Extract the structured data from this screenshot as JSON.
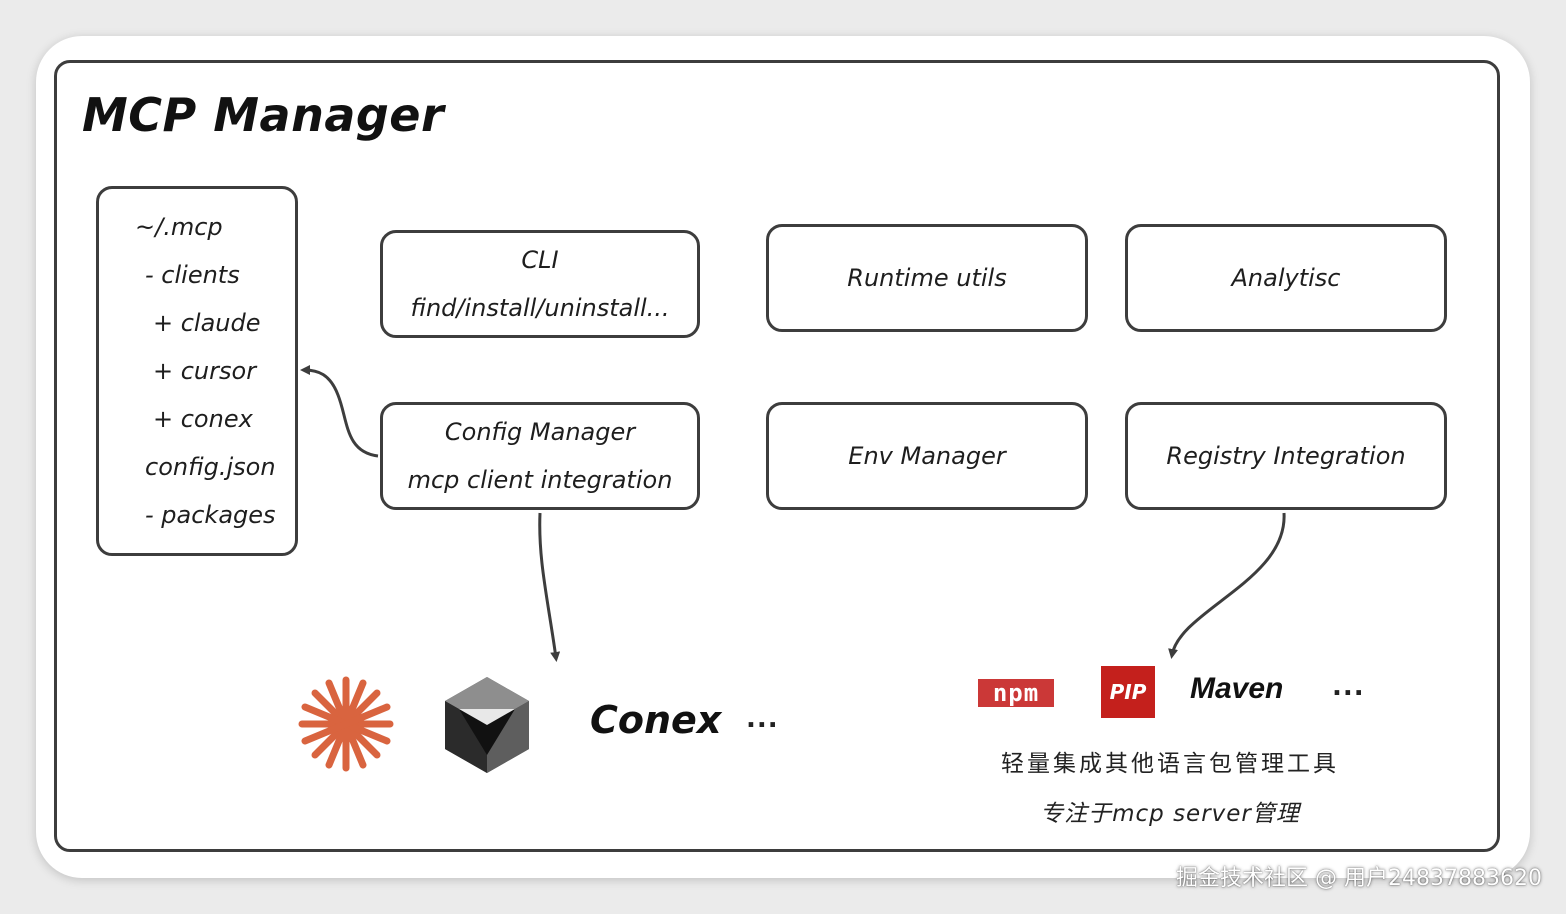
{
  "title": "MCP Manager",
  "tree": [
    "~/.mcp",
    "- clients",
    "+ claude",
    "+ cursor",
    "+ conex",
    "config.json",
    "- packages"
  ],
  "modules": {
    "cli": {
      "line1": "CLI",
      "line2": "find/install/uninstall..."
    },
    "runtime": {
      "label": "Runtime utils"
    },
    "analytics": {
      "label": "Analytisc"
    },
    "config": {
      "line1": "Config Manager",
      "line2": "mcp client integration"
    },
    "env": {
      "label": "Env Manager"
    },
    "registry": {
      "label": "Registry Integration"
    }
  },
  "clients": {
    "icons": [
      "claude-icon",
      "cursor-icon"
    ],
    "conex_label": "Conex",
    "ellipsis": "..."
  },
  "registries": {
    "npm_label": "npm",
    "pip_label": "PIP",
    "maven_label": "Maven",
    "ellipsis": "...",
    "note_line1": "轻量集成其他语言包管理工具",
    "note_line2": "专注于mcp server管理"
  },
  "watermark": "掘金技术社区 @ 用户24837883620",
  "colors": {
    "stroke": "#3d3d3d",
    "claude": "#d9643f",
    "npm": "#cb3837",
    "pip": "#c4201c"
  }
}
